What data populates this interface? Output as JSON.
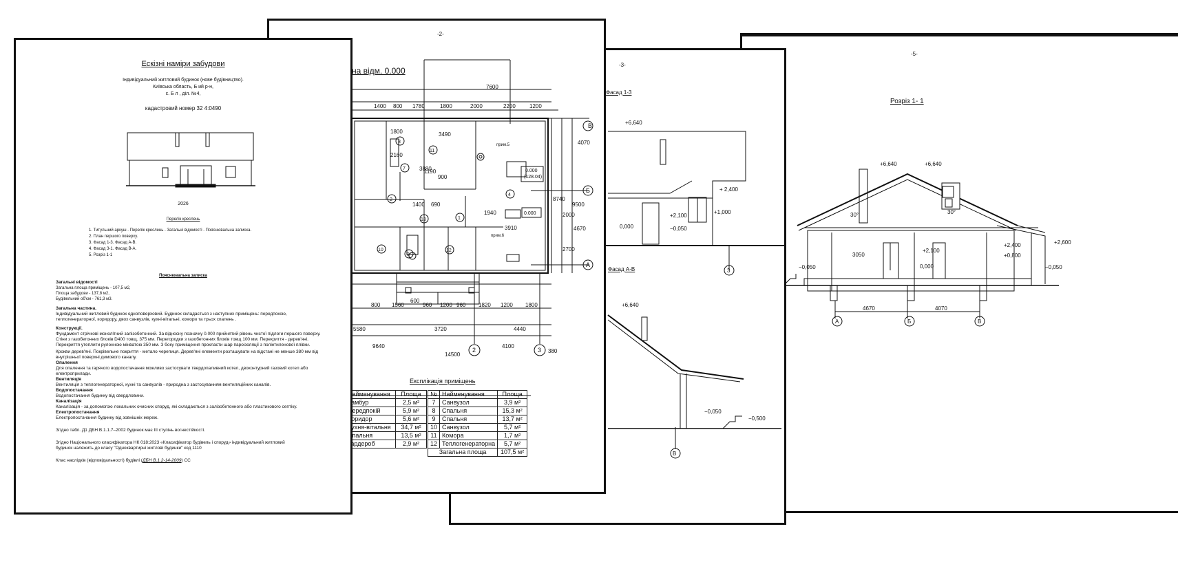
{
  "page1": {
    "title": "Ескізні наміри забудови",
    "sub1": "Індивідуальний житловий будинок (нове будівництво).",
    "sub2": "Київська область, Б           ий р-н,",
    "sub3": "с. Б               л   ,    діл. №4,",
    "cadastral": "кадастровий номер 32               4:0490",
    "year": "2026",
    "drawings_title": "Перелік креслень",
    "drawings": [
      "1.     Титульний аркуш . Перелік креслень . Загальні відомості . Пояснювальна записка.",
      "2.     План першого поверху.",
      "3.     Фасад 1-3. Фасад А-В.",
      "4.     Фасад 3-1. Фасад В-А.",
      "5.     Розріз 1-1"
    ],
    "note_title": "Пояснювальна записка",
    "general_info_title": "Загальні відомості",
    "general_info": [
      "Загальна площа приміщень - 107,5 м2,",
      "Площа забудови - 137,8 м2,",
      "Будівельний об'єм - 761,3 м3."
    ],
    "general_part_title": "Загальна частина.",
    "general_part": "Індивідуальний житловий будинок одноповерховий. Будинок складається з наступних приміщень: передпокою, теплогенераторної, коридору, двох санвузлів, кухні-вітальні, комори та трьох спалень .",
    "constructions_title": "Конструкції.",
    "constructions": "Фундамент стрічкові монолітний залізобетонний. За відносну позначку  0.000 прийнятий рівень чистої підлоги першого поверху. Стіни з газобетонних блоків D400 товщ. 375 мм. Перегородки з газобетонних блоків товщ 100 мм. Перекриття - дерев'яні. Перекриття утеплити рулонною мінватою 350 мм. З боку приміщення прокласти шар пароізоляції з поліетиленової плівки.",
    "roof": "Крокви дерев'яні. Покрівельне покриття - метало черепиця. Дерев'яні елементи розташувати на відстані не менше 380 мм від внутрішньої поверхні димового каналу.",
    "heating_title": "Опалення",
    "heating": "Для опалення та гарячого водопостачання можливо застосувати твердопаливний котел, двоконтурний газовий котел або електроприлади.",
    "ventilation_title": "Вентиляція",
    "ventilation": "Вентиляція з теплогенераторної, кухні та санвузлів - природна з застосуванням вентиляційних каналів.",
    "water_title": "Водопостачання",
    "water": "Водопостачання будинку від свердловини.",
    "sewer_title": "Каналізація",
    "sewer": "Каналізація - за допомогою локальних очисних споруд, які складаються з  залізобетонного або пластикового септіку.",
    "power_title": "Електропостачання",
    "power": "Електропостачання будинку від зовнішніх мереж.",
    "fire": "Згідно табл. Д1 ДБН В.1.1.7–2002   будинок має III ступінь вогнестійкості.",
    "class1": "Згідно Національного класифікатора НК 018:2023 «Класифікатор будівель і споруд» індивідуальний житловий",
    "class2": "будинок належить до класу \"Одноквартирні житлові будинки\" код 1110",
    "consequence_pre": "Клас наслідків (відповідальності) будівлі (",
    "consequence_link": "ДБН В.1.2-14-2009",
    "consequence_post": ") СС"
  },
  "page2": {
    "number": "-2-",
    "plan_title": "на відм. 0.000",
    "explication_title": "Експлікація приміщень",
    "head_no": "№",
    "head_name": "Найменування",
    "head_area": "Площа",
    "left_rows": [
      {
        "name": "Тамбур",
        "area": "2,5 м²"
      },
      {
        "name": "Передпокій",
        "area": "5,9 м²"
      },
      {
        "name": "Коридор",
        "area": "5,6 м²"
      },
      {
        "name": "Кухня-вітальня",
        "area": "34,7 м²"
      },
      {
        "name": "Спальня",
        "area": "13,5 м²"
      },
      {
        "name": "Гардероб",
        "area": "2,9 м²"
      }
    ],
    "right_rows": [
      {
        "no": "7",
        "name": "Санвузол",
        "area": "3,9 м²"
      },
      {
        "no": "8",
        "name": "Спальня",
        "area": "15,3 м²"
      },
      {
        "no": "9",
        "name": "Спальня",
        "area": "13,7 м²"
      },
      {
        "no": "10",
        "name": "Санвузол",
        "area": "5,7 м²"
      },
      {
        "no": "11",
        "name": "Комора",
        "area": "1,7 м²"
      },
      {
        "no": "12",
        "name": "Теплогенераторна",
        "area": "5,7 м²"
      }
    ],
    "total_label": "Загальна площа",
    "total_value": "107,5 м²",
    "dims_top": [
      "7600",
      "1400",
      "800",
      "1780",
      "1800",
      "2000",
      "2200",
      "1200"
    ],
    "dims_bottom": [
      "800",
      "1560",
      "600",
      "960",
      "1200",
      "960",
      "1820",
      "1200",
      "1800"
    ],
    "dims_totals": [
      "5580",
      "3720",
      "4440",
      "9640",
      "4100",
      "14500",
      "380"
    ],
    "dims_right": [
      "4070",
      "8740",
      "2000",
      "9500",
      "4670",
      "2700"
    ],
    "dims_inner": [
      "3490",
      "3880",
      "1190",
      "900",
      "1400",
      "690",
      "1940",
      "3910",
      "1800",
      "2160"
    ],
    "axes": [
      "В",
      "Б",
      "А",
      "2",
      "3"
    ],
    "room_numbers": [
      "8",
      "11",
      "7",
      "2",
      "1",
      "13",
      "10",
      "3",
      "12",
      "4"
    ],
    "notes": [
      "прим.5",
      "прим.6"
    ],
    "level_box1": [
      "0.000",
      "(128.04)"
    ],
    "level_box2": "0.000"
  },
  "page3": {
    "number": "-3-",
    "facade_top": "Фасад 1-3",
    "facade_bottom": "Фасад А-В",
    "marks_top": [
      "+6,640",
      "+ 2,400",
      "+2,100",
      "+1,000",
      "0,000",
      "−0,050"
    ],
    "axis_top": "3",
    "marks_bottom": [
      "+6,640",
      "−0,050",
      "−0,500"
    ],
    "axis_bottom": "В"
  },
  "page5": {
    "number": "-5-",
    "section_title": "Розріз 1- 1",
    "marks": [
      "+6,640",
      "+6,640",
      "+2,400",
      "+0,800",
      "+2,600",
      "+2,100",
      "0,000",
      "−0,050",
      "−0,050"
    ],
    "angles": [
      "30°",
      "30°"
    ],
    "height": "3050",
    "dims": [
      "4670",
      "4070"
    ],
    "axes": [
      "А",
      "Б",
      "В"
    ]
  },
  "colors": {
    "ink": "#111111",
    "paper": "#ffffff"
  }
}
